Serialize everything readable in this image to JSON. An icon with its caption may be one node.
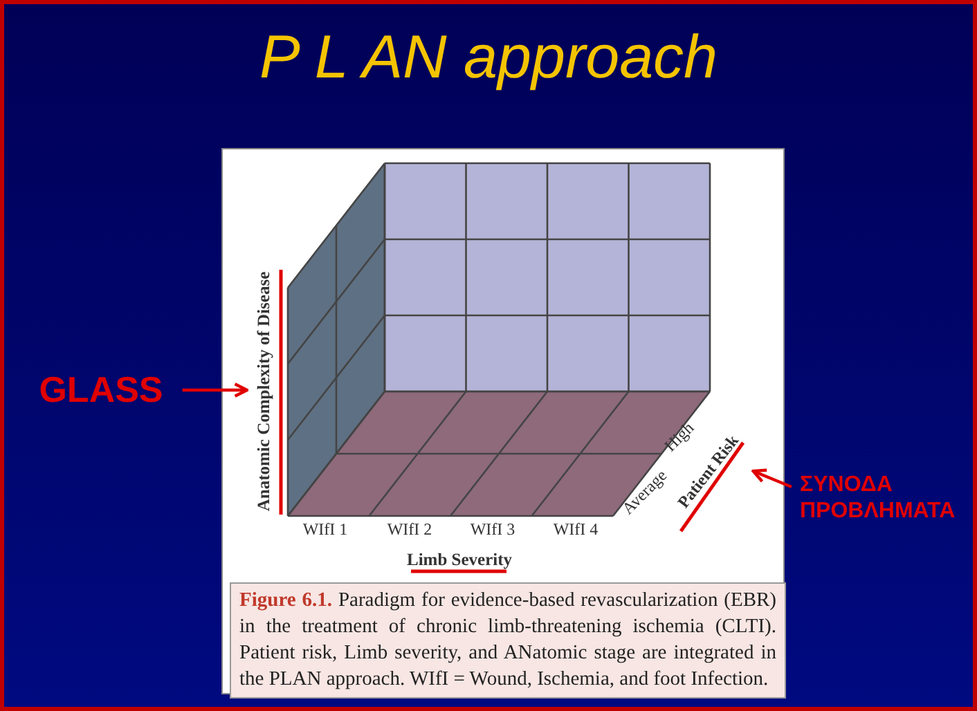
{
  "diagram": {
    "title": "P L AN approach",
    "caption": "**Figure 6.1.** Paradigm for evidence-based revascularization (EBR) in the treatment of chronic limb-threatening ischemia (CLTI). Patient risk, Limb severity, and ANatomic stage are integrated in the PLAN approach. WIfI = Wound, Ischemia, and foot Infection.",
    "nodes": [
      {
        "text": [
          "GLASS"
        ]
      },
      {
        "text": [
          "Anatomic Complexity of Disease"
        ]
      },
      {
        "text": [
          "ΣΥΝΟΔΑ ΠΡΟΒΛΗΜΑΤΑ"
        ]
      },
      {
        "text": [
          "Patient Risk"
        ]
      }
    ],
    "edges": [
      {
        "from": 0,
        "to": 1,
        "arrow": "to"
      },
      {
        "from": 2,
        "to": 3,
        "arrow": "to"
      }
    ],
    "labels": [
      "WIfI 1",
      "WIfI 2",
      "WIfI 3",
      "WIfI 4",
      "Limb Severity",
      "Average",
      "High"
    ]
  }
}
